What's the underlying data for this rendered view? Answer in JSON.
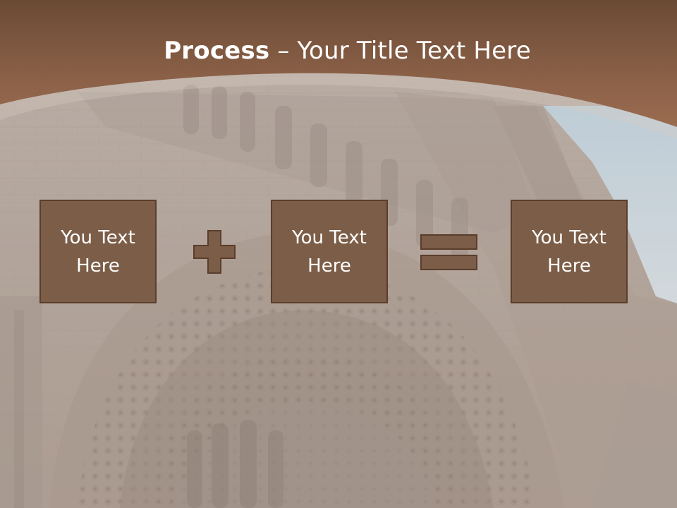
{
  "slide": {
    "title_bold": "Process",
    "title_rest": " – Your Title Text Here",
    "boxes": [
      {
        "label": "You Text Here"
      },
      {
        "label": "You Text Here"
      },
      {
        "label": "You Text Here"
      }
    ],
    "operators": [
      "plus-icon",
      "equals-icon"
    ]
  },
  "colors": {
    "header_band": "#8c6248",
    "box_fill": "#7c5d47",
    "box_border": "#5a3d2b",
    "title_text": "#ffffff",
    "background_photo_tint": "#b9aba0",
    "sky": "#c8dbe6"
  }
}
